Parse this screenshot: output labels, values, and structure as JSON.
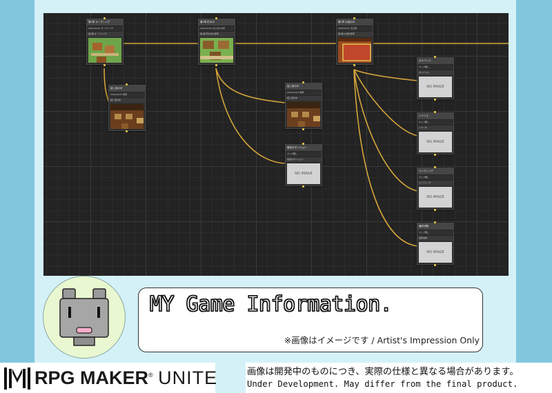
{
  "editor": {
    "nodes": [
      {
        "id": "n1",
        "title": "第1章 オープニング",
        "rows": [
          "2021/01/01 オープニング",
          "第1章 オープニング"
        ],
        "image": "village"
      },
      {
        "id": "n2",
        "title": "第1章 町の中",
        "rows": [
          "2021/01/01 はじまりの町",
          "第1章 町の中を探索"
        ],
        "image": "town"
      },
      {
        "id": "n3",
        "title": "第1章 お城の中",
        "rows": [
          "2021/01/01 王の間",
          "第1章 お城を探索"
        ],
        "image": "castle"
      },
      {
        "id": "n4",
        "title": "話し家の中",
        "rows": [
          "2021/01/01 民家",
          "話し家の中"
        ],
        "image": "interior"
      },
      {
        "id": "n5",
        "title": "話し家の中",
        "rows": [
          "2021/01/01 宿屋",
          "話し家の中"
        ],
        "image": "interior"
      },
      {
        "id": "n6",
        "title": "最初のダンジョン",
        "rows": [
          "マップ無し",
          "最初のダンジョン"
        ],
        "no_image": "NO IMAGE"
      },
      {
        "id": "n7",
        "title": "ボスバトル",
        "rows": [
          "マップ無し",
          "ボスバトル"
        ],
        "no_image": "NO IMAGE"
      },
      {
        "id": "n8",
        "title": "シナリオ",
        "rows": [
          "マップ無し",
          "シナリオ"
        ],
        "no_image": "NO IMAGE"
      },
      {
        "id": "n9",
        "title": "エンディング",
        "rows": [
          "マップ無し",
          "エンディング"
        ],
        "no_image": "NO IMAGE"
      },
      {
        "id": "n10",
        "title": "最終決戦",
        "rows": [
          "マップ無し",
          "最終決戦"
        ],
        "no_image": "NO IMAGE"
      }
    ],
    "wire_color": "#d6a63a"
  },
  "info": {
    "title": "MY Game Information.",
    "note": "※画像はイメージです / Artist's Impression Only"
  },
  "logo": {
    "main": "RPG MAKER",
    "reg": "®",
    "sub": "UNITE"
  },
  "disclaimer": {
    "jp": "画像は開発中のものにつき、実際の仕様と異なる場合があります。",
    "en": "Under Development. May differ from the final product."
  }
}
